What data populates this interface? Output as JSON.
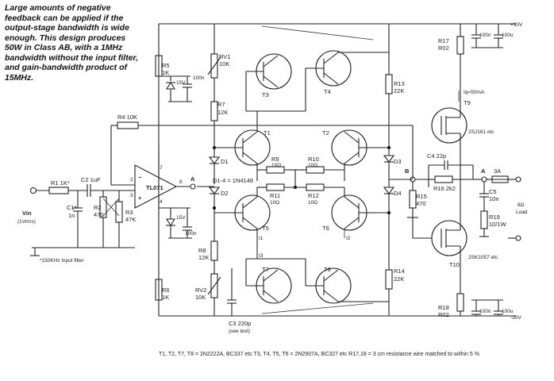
{
  "caption": "Large amounts of negative feedback can be applied if the output-stage bandwidth is wide enough. This design produces 50W in Class AB, with a 1MHz bandwidth without the input filter, and gain-bandwidth product of 15MHz.",
  "footer_note": "T1, T2, T7, T8 = 2N2222A, BC337 etc    T3, T4, T5, T6 = 2N2907A, BC327 etc    R17,18 = 3 cm resistance wire matched to within 5 %",
  "input": {
    "vin_label": "Vin",
    "vin_sub": "(1Vrms)",
    "filter_note": "*150KHz input filter"
  },
  "opamp": {
    "name": "TL071",
    "pin7": "7",
    "pin6": "6",
    "pin2": "2",
    "pin3": "3",
    "pin4": "4"
  },
  "nodes": {
    "A_left": "A",
    "A_right": "A",
    "B": "B",
    "D1_note": "D1-4 = 1N4148"
  },
  "components": {
    "R1": "R1 1K*",
    "C2": "C2 1uF",
    "C1": "C1*",
    "C1_val": "1n",
    "R2": "R2",
    "R2_val": "470",
    "R3": "R3",
    "R3_val": "47K",
    "R4": "R4 10K",
    "R5": "R5",
    "R5_val": "1K",
    "R6": "R6",
    "R6_val": "1K",
    "RV1": "RV1",
    "RV1_val": "10K",
    "RV2": "RV2",
    "RV2_val": "10K",
    "R7": "R7",
    "R7_val": "12K",
    "R8": "R8",
    "R8_val": "12K",
    "Z1": "15V",
    "Z1_cap": "100n",
    "Z2": "15V",
    "Z2_cap": "100n",
    "R9": "R9",
    "R9_val": "10Ω",
    "R10": "R10",
    "R10_val": "10Ω",
    "R11": "R11",
    "R11_val": "10Ω",
    "R12": "R12",
    "R12_val": "10Ω",
    "R13": "R13",
    "R13_val": "22K",
    "R14": "R14",
    "R14_val": "22K",
    "R15": "R15",
    "R15_val": "470",
    "R16": "R16 2k2",
    "C4": "C4 22p",
    "C3": "C3 220p",
    "C3_note": "(see text)",
    "C5": "C5",
    "C5_val": "10n",
    "R19": "R19",
    "R19_val": "10/1W",
    "R17": "R17",
    "R17_val": "R02",
    "R18": "R18",
    "R18_val": "R02",
    "fuse": "3A",
    "cap_top1": "100n",
    "cap_top2": "100u",
    "cap_bot1": "100n",
    "cap_bot2": "100u",
    "load": "8Ω",
    "load_sub": "Load",
    "plus_rail": "+30V",
    "minus_rail": "-30V",
    "Iq": "Iq=50mA",
    "I1": "I1",
    "I2": "I2",
    "I3": "I3"
  },
  "transistors": {
    "T1": "T1",
    "T2": "T2",
    "T3": "T3",
    "T4": "T4",
    "T5": "T5",
    "T6": "T6",
    "T7": "T7",
    "T8": "T8",
    "T9": "T9",
    "T9_part": "2SJ161 etc",
    "T10": "T10",
    "T10_part": "2SK1057 etc"
  }
}
